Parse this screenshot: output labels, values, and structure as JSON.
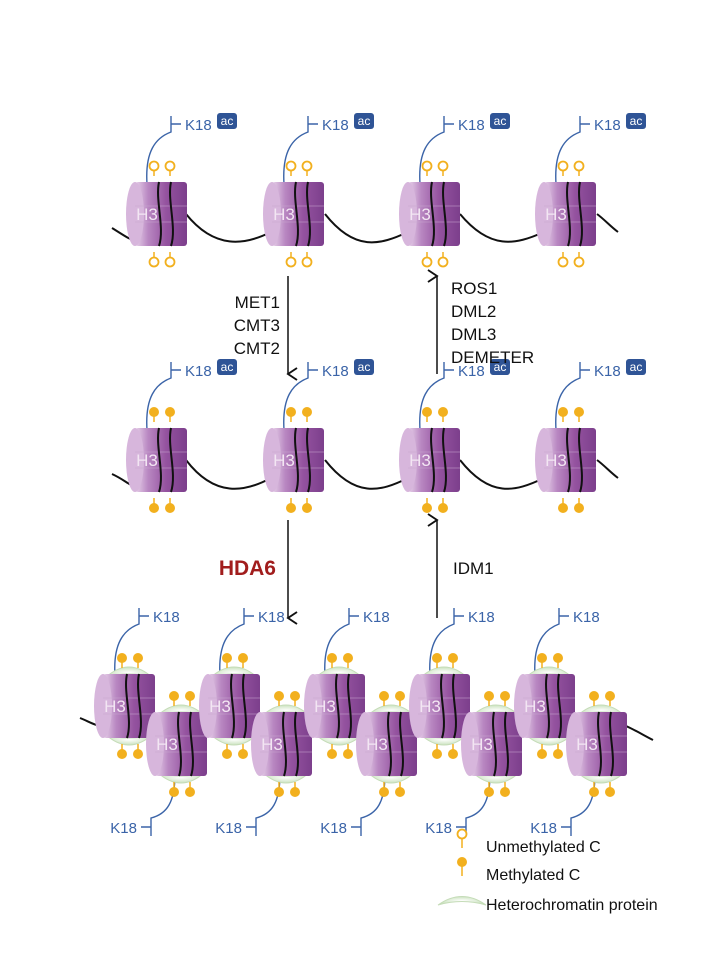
{
  "labels": {
    "acetyl_site": "K18",
    "acetyl_badge": "ac",
    "histone": "H3"
  },
  "transitions": {
    "methylation": [
      "MET1",
      "CMT3",
      "CMT2"
    ],
    "demethylation": [
      "ROS1",
      "DML2",
      "DML3",
      "DEMETER"
    ],
    "deacetylation": "HDA6",
    "idm": "IDM1"
  },
  "legend": {
    "unmethylated": "Unmethylated C",
    "methylated": "Methylated C",
    "heterochromatin": "Heterochromatin protein"
  },
  "colors": {
    "nucleosome": "#8e4f9c",
    "nucleosome_light": "#d7b6dc",
    "tail": "#3b64a8",
    "badge": "#2f5496",
    "cytosine": "#f2b01e",
    "hda6": "#a11d1d",
    "heterochromatin": "#cfe4c4"
  }
}
